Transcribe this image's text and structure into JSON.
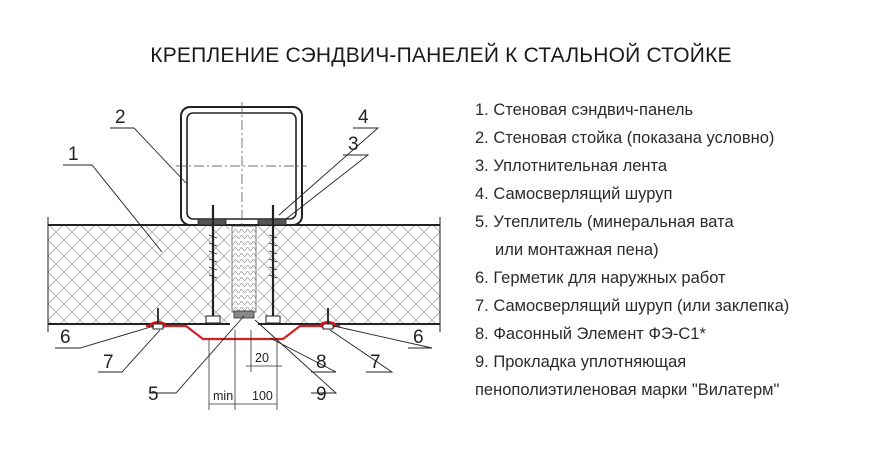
{
  "title": "КРЕПЛЕНИЕ СЭНДВИЧ-ПАНЕЛЕЙ К СТАЛЬНОЙ СТОЙКЕ",
  "legend": [
    "1. Стеновая сэндвич-панель",
    "2. Стеновая стойка (показана условно)",
    "3. Уплотнительная лента",
    "4. Самосверлящий шуруп",
    "5. Утеплитель (минеральная вата",
    "или монтажная пена)",
    "6. Герметик для наружных работ",
    "7. Самосверлящий шуруп (или заклепка)",
    "8. Фасонный Элемент ФЭ-С1*",
    "9. Прокладка уплотняющая",
    "пенополиэтиленовая марки \"Вилатерм\""
  ],
  "callouts": {
    "c1": "1",
    "c2": "2",
    "c3": "3",
    "c4": "4",
    "c5": "5",
    "c6_left": "6",
    "c6_right": "6",
    "c7_left": "7",
    "c7_right": "7",
    "c8": "8",
    "c9": "9"
  },
  "dimensions": {
    "min": "min",
    "d100": "100",
    "d20": "20"
  },
  "colors": {
    "sealant": "#e8141c",
    "flashing": "#d41f26",
    "lines": "#222222"
  }
}
